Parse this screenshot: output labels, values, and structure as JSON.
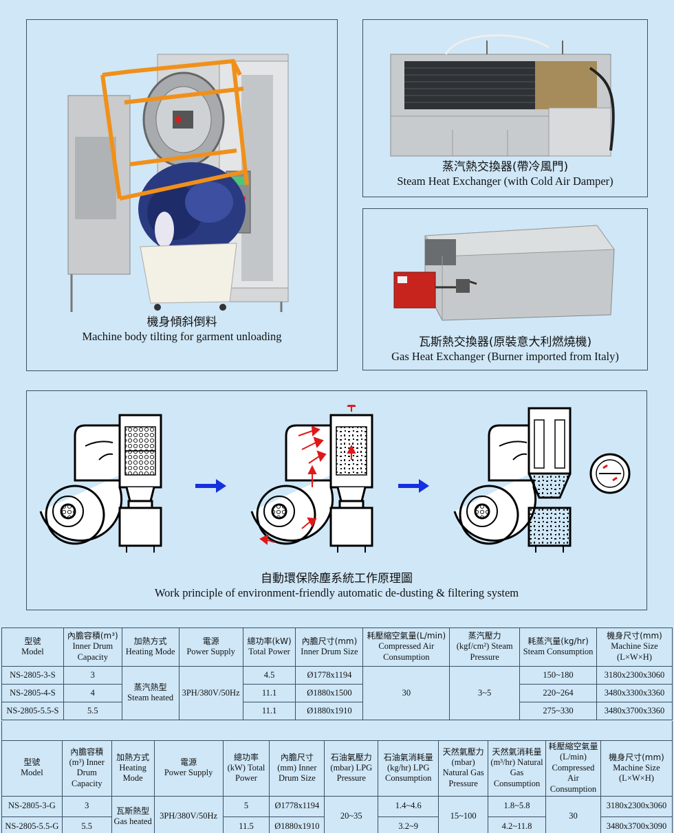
{
  "photos": {
    "tilting": {
      "zh": "機身傾斜倒料",
      "en": "Machine body tilting for garment unloading"
    },
    "steam": {
      "zh": "蒸汽熱交換器(帶冷風門)",
      "en": "Steam Heat Exchanger (with Cold Air Damper)"
    },
    "gas": {
      "zh": "瓦斯熱交換器(原裝意大利燃燒機)",
      "en": "Gas Heat Exchanger (Burner imported from Italy)"
    }
  },
  "diagram": {
    "zh": "自動環保除塵系統工作原理圖",
    "en": "Work principle of environment-friendly automatic de-dusting & filtering system"
  },
  "colors": {
    "background": "#cfe7f7",
    "arrow_blue": "#1530e0",
    "arrow_red": "#e01818",
    "frame_orange": "#f0901a"
  },
  "steam_table": {
    "headers": [
      {
        "zh": "型號",
        "en": "Model"
      },
      {
        "zh": "內膽容積(m³)",
        "en": "Inner Drum Capacity"
      },
      {
        "zh": "加熱方式",
        "en": "Heating Mode"
      },
      {
        "zh": "電源",
        "en": "Power Supply"
      },
      {
        "zh": "總功率(kW)",
        "en": "Total Power"
      },
      {
        "zh": "內膽尺寸(mm)",
        "en": "Inner Drum Size"
      },
      {
        "zh": "耗壓縮空氣量(L/min)",
        "en": "Compressed Air Consumption"
      },
      {
        "zh": "蒸汽壓力",
        "en": "(kgf/cm²) Steam Pressure"
      },
      {
        "zh": "耗蒸汽量(kg/hr)",
        "en": "Steam Consumption"
      },
      {
        "zh": "機身尺寸(mm)",
        "en": "Machine Size (L×W×H)"
      }
    ],
    "heating": {
      "zh": "蒸汽熱型",
      "en": "Steam heated"
    },
    "power_supply": "3PH/380V/50Hz",
    "air": "30",
    "pressure": "3~5",
    "rows": [
      {
        "model": "NS-2805-3-S",
        "capacity": "3",
        "power": "4.5",
        "drum": "Ø1778x1194",
        "steam": "150~180",
        "size": "3180x2300x3060"
      },
      {
        "model": "NS-2805-4-S",
        "capacity": "4",
        "power": "11.1",
        "drum": "Ø1880x1500",
        "steam": "220~264",
        "size": "3480x3300x3360"
      },
      {
        "model": "NS-2805-5.5-S",
        "capacity": "5.5",
        "power": "11.1",
        "drum": "Ø1880x1910",
        "steam": "275~330",
        "size": "3480x3700x3360"
      }
    ]
  },
  "gas_table": {
    "headers": [
      {
        "zh": "型號",
        "en": "Model"
      },
      {
        "zh": "內膽容積",
        "en": "(m³) Inner Drum Capacity"
      },
      {
        "zh": "加熱方式",
        "en": "Heating Mode"
      },
      {
        "zh": "電源",
        "en": "Power Supply"
      },
      {
        "zh": "總功率",
        "en": "(kW) Total Power"
      },
      {
        "zh": "內膽尺寸",
        "en": "(mm) Inner Drum Size"
      },
      {
        "zh": "石油氣壓力",
        "en": "(mbar) LPG Pressure"
      },
      {
        "zh": "石油氣消耗量",
        "en": "(kg/hr) LPG Consumption"
      },
      {
        "zh": "天然氣壓力",
        "en": "(mbar) Natural Gas Pressure"
      },
      {
        "zh": "天然氣消耗量",
        "en": "(m³/hr) Natural Gas Consumption"
      },
      {
        "zh": "耗壓縮空氣量",
        "en": "(L/min) Compressed Air Consumption"
      },
      {
        "zh": "機身尺寸(mm)",
        "en": "Machine Size (L×W×H)"
      }
    ],
    "heating": {
      "zh": "瓦斯熱型",
      "en": "Gas heated"
    },
    "power_supply": "3PH/380V/50Hz",
    "lpg_pressure": "20~35",
    "ng_pressure": "15~100",
    "air": "30",
    "rows": [
      {
        "model": "NS-2805-3-G",
        "capacity": "3",
        "power": "5",
        "drum": "Ø1778x1194",
        "lpg": "1.4~4.6",
        "ng": "1.8~5.8",
        "size": "3180x2300x3060"
      },
      {
        "model": "NS-2805-5.5-G",
        "capacity": "5.5",
        "power": "11.5",
        "drum": "Ø1880x1910",
        "lpg": "3.2~9",
        "ng": "4.2~11.8",
        "size": "3480x3700x3090"
      }
    ]
  }
}
